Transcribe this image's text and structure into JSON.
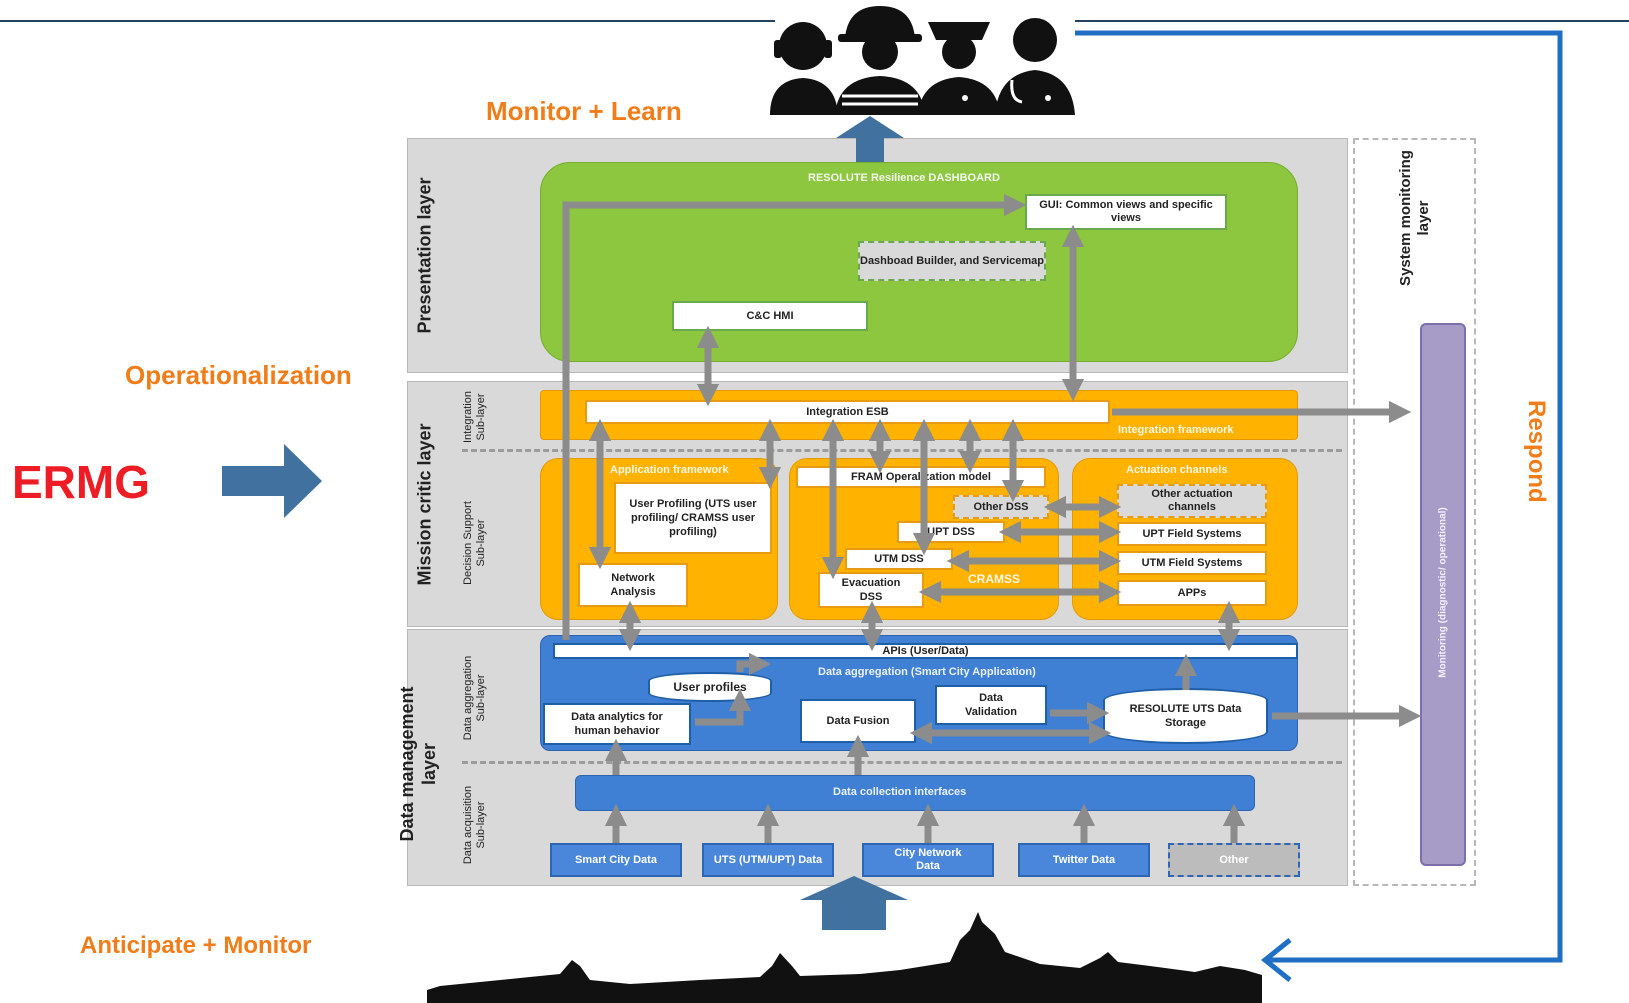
{
  "labels": {
    "monitor_learn": "Monitor + Learn",
    "operationalization": "Operationalization",
    "ermg": "ERMG",
    "anticipate_monitor": "Anticipate + Monitor",
    "respond": "Respond"
  },
  "layers": {
    "presentation": "Presentation layer",
    "mission_critic": "Mission critic layer",
    "integration_sub": "Integration Sub-layer",
    "decision_support_sub": "Decision Support Sub-layer",
    "data_management": "Data management layer",
    "data_aggregation_sub": "Data aggregation Sub-layer",
    "data_acquisition_sub": "Data acquisition Sub-layer",
    "system_monitoring": "System monitoring layer",
    "monitoring_bar": "Monitoring (diagnostic/ operational)"
  },
  "presentation": {
    "dashboard_title": "RESOLUTE Resilience DASHBOARD",
    "gui": "GUI: Common views and specific views",
    "builder": "Dashboad Builder, and Servicemap",
    "hmi": "C&C HMI"
  },
  "mission": {
    "esb": "Integration ESB",
    "integration_framework": "Integration framework",
    "app_framework": "Application framework",
    "user_profiling": "User Profiling (UTS user profiling/ CRAMSS user profiling)",
    "network_analysis": "Network Analysis",
    "fram": "FRAM Operalization model",
    "other_dss": "Other DSS",
    "upt_dss": "UPT DSS",
    "utm_dss": "UTM DSS",
    "evacuation_dss": "Evacuation DSS",
    "cramss": "CRAMSS",
    "actuation_channels": "Actuation channels",
    "other_actuation": "Other actuation channels",
    "upt_field": "UPT Field Systems",
    "utm_field": "UTM Field Systems",
    "apps": "APPs"
  },
  "data": {
    "apis": "APIs (User/Data)",
    "aggregation_title": "Data aggregation (Smart City Application)",
    "user_profiles": "User profiles",
    "analytics": "Data analytics for human behavior",
    "fusion": "Data Fusion",
    "validation": "Data Validation",
    "storage": "RESOLUTE UTS Data Storage",
    "collection": "Data collection interfaces",
    "sources": [
      "Smart City Data",
      "UTS (UTM/UPT) Data",
      "City Network Data",
      "Twitter Data",
      "Other"
    ]
  },
  "colors": {
    "orange_label": "#f07d1a",
    "ermg_red": "#ee1c24",
    "arrow_steel": "#41729f",
    "respond_line": "#1f6fc4",
    "green": "#8dc63f",
    "orange": "#ffb300",
    "blue": "#3f7fd4",
    "purple": "#a79cc8"
  },
  "icons": [
    "responders-silhouette-icon",
    "city-skyline-icon"
  ]
}
